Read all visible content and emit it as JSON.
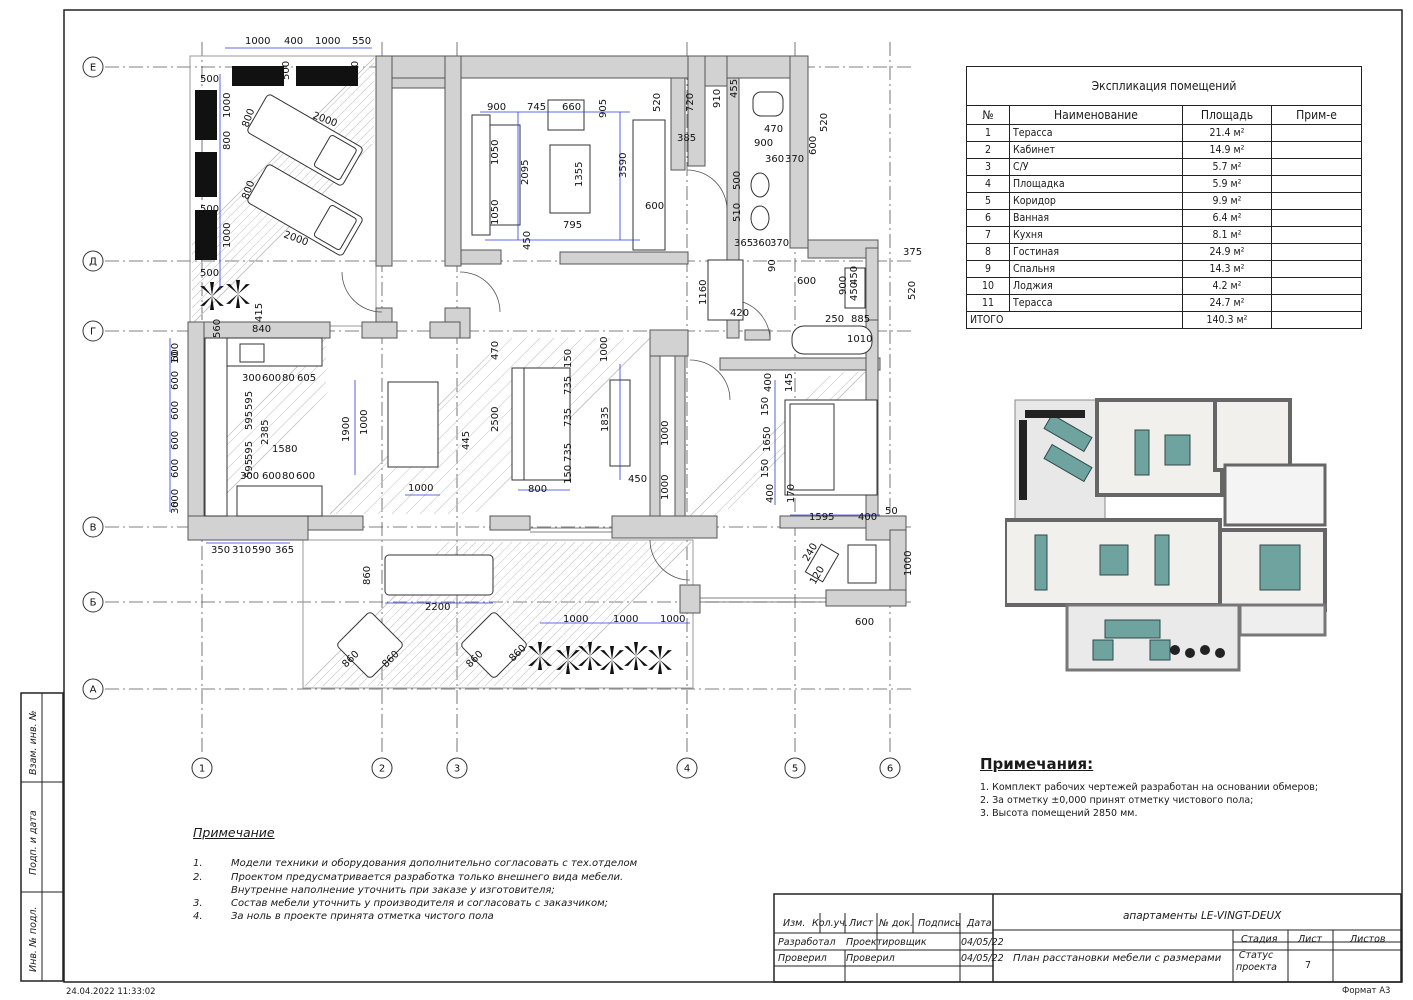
{
  "axes": {
    "rows": [
      "Е",
      "Д",
      "Г",
      "В",
      "Б",
      "А"
    ],
    "cols": [
      "1",
      "2",
      "3",
      "4",
      "5",
      "6"
    ]
  },
  "dims": {
    "top": [
      "1000",
      "400",
      "1000",
      "550"
    ],
    "top_row": [
      "500",
      "500"
    ],
    "terrace_left": [
      "500",
      "1000",
      "800",
      "500",
      "1000",
      "500"
    ],
    "lounger": [
      "2000",
      "800",
      "800",
      "2000"
    ],
    "study": [
      "900",
      "745",
      "660",
      "905",
      "520",
      "1050",
      "2095",
      "1355",
      "3590",
      "1050",
      "795",
      "600",
      "450"
    ],
    "wc": [
      "720",
      "910",
      "455",
      "385",
      "470",
      "900",
      "600",
      "520",
      "360",
      "370",
      "500",
      "510",
      "365",
      "360",
      "370"
    ],
    "bath": [
      "375",
      "90",
      "600",
      "900",
      "450",
      "450",
      "520",
      "1160",
      "420",
      "250",
      "885",
      "1010"
    ],
    "kitchen": [
      "415",
      "840",
      "560",
      "600",
      "10",
      "600",
      "600",
      "600",
      "600",
      "600",
      "30",
      "300",
      "600",
      "80",
      "605",
      "595",
      "595",
      "2385",
      "1580",
      "595",
      "595",
      "300",
      "600",
      "80",
      "600",
      "350",
      "310",
      "590",
      "365"
    ],
    "living": [
      "1900",
      "1000",
      "1000",
      "445",
      "470",
      "2500",
      "1000",
      "735",
      "735",
      "735",
      "1835",
      "800",
      "450",
      "150",
      "150"
    ],
    "corridor": [
      "1000",
      "1000"
    ],
    "bedroom": [
      "400",
      "145",
      "150",
      "1650",
      "150",
      "400",
      "170",
      "1595",
      "400",
      "50"
    ],
    "loggia": [
      "240",
      "120",
      "1000",
      "600"
    ],
    "terrace_bottom": [
      "860",
      "2200",
      "860",
      "860",
      "860",
      "860",
      "1000",
      "1000",
      "1000"
    ]
  },
  "explication": {
    "title": "Экспликация помещений",
    "headers": [
      "№",
      "Наименование",
      "Площадь",
      "Прим-е"
    ],
    "rows": [
      {
        "n": "1",
        "name": "Терасса",
        "area": "21.4 м²",
        "note": ""
      },
      {
        "n": "2",
        "name": "Кабинет",
        "area": "14.9 м²",
        "note": ""
      },
      {
        "n": "3",
        "name": "С/У",
        "area": "5.7 м²",
        "note": ""
      },
      {
        "n": "4",
        "name": "Площадка",
        "area": "5.9 м²",
        "note": ""
      },
      {
        "n": "5",
        "name": "Коридор",
        "area": "9.9 м²",
        "note": ""
      },
      {
        "n": "6",
        "name": "Ванная",
        "area": "6.4 м²",
        "note": ""
      },
      {
        "n": "7",
        "name": "Кухня",
        "area": "8.1 м²",
        "note": ""
      },
      {
        "n": "8",
        "name": "Гостиная",
        "area": "24.9 м²",
        "note": ""
      },
      {
        "n": "9",
        "name": "Спальня",
        "area": "14.3 м²",
        "note": ""
      },
      {
        "n": "10",
        "name": "Лоджия",
        "area": "4.2 м²",
        "note": ""
      },
      {
        "n": "11",
        "name": "Терасса",
        "area": "24.7 м²",
        "note": ""
      }
    ],
    "total_label": "ИТОГО",
    "total_area": "140.3 м²"
  },
  "notes_right": {
    "title": "Примечания:",
    "items": [
      "1. Комплект рабочих чертежей разработан на основании обмеров;",
      "2. За отметку ±0,000 принят отметку чистового пола;",
      "3. Высота помещений  2850 мм."
    ]
  },
  "notes_left": {
    "title": "Примечание",
    "items": [
      {
        "n": "1.",
        "text": "Модели техники и оборудования дополнительно согласовать с тех.отделом"
      },
      {
        "n": "2.",
        "text": "Проектом предусматривается разработка только внешнего вида мебели."
      },
      {
        "n": "",
        "text": "Внутренне наполнение уточнить при заказе у изготовителя;"
      },
      {
        "n": "3.",
        "text": "Состав мебели уточнить у производителя и согласовать с заказчиком;"
      },
      {
        "n": "4.",
        "text": "За ноль в проекте принята отметка чистого пола"
      }
    ]
  },
  "side_stamp": {
    "vzam": "Взам. инв. №",
    "podp": "Подп. и дата",
    "inv": "Инв. № подл."
  },
  "timestamp": "24.04.2022  11:33:02",
  "format": "Формат А3",
  "title_block": {
    "cols": [
      "Изм.",
      "Кол.уч.",
      "Лист",
      "№ док.",
      "Подпись",
      "Дата"
    ],
    "r1_role": "Разработал",
    "r1_name": "Проектировщик",
    "r1_date": "04/05/22",
    "r2_role": "Проверил",
    "r2_name": "Проверил",
    "r2_date": "04/05/22",
    "project": "апартаменты LE-VINGT-DEUX",
    "sheet_title": "План расстановки мебели с размерами",
    "stage_label": "Стадия",
    "sheet_label": "Лист",
    "sheets_label": "Листов",
    "stage_value": "Статус проекта",
    "sheet_value": "7"
  }
}
